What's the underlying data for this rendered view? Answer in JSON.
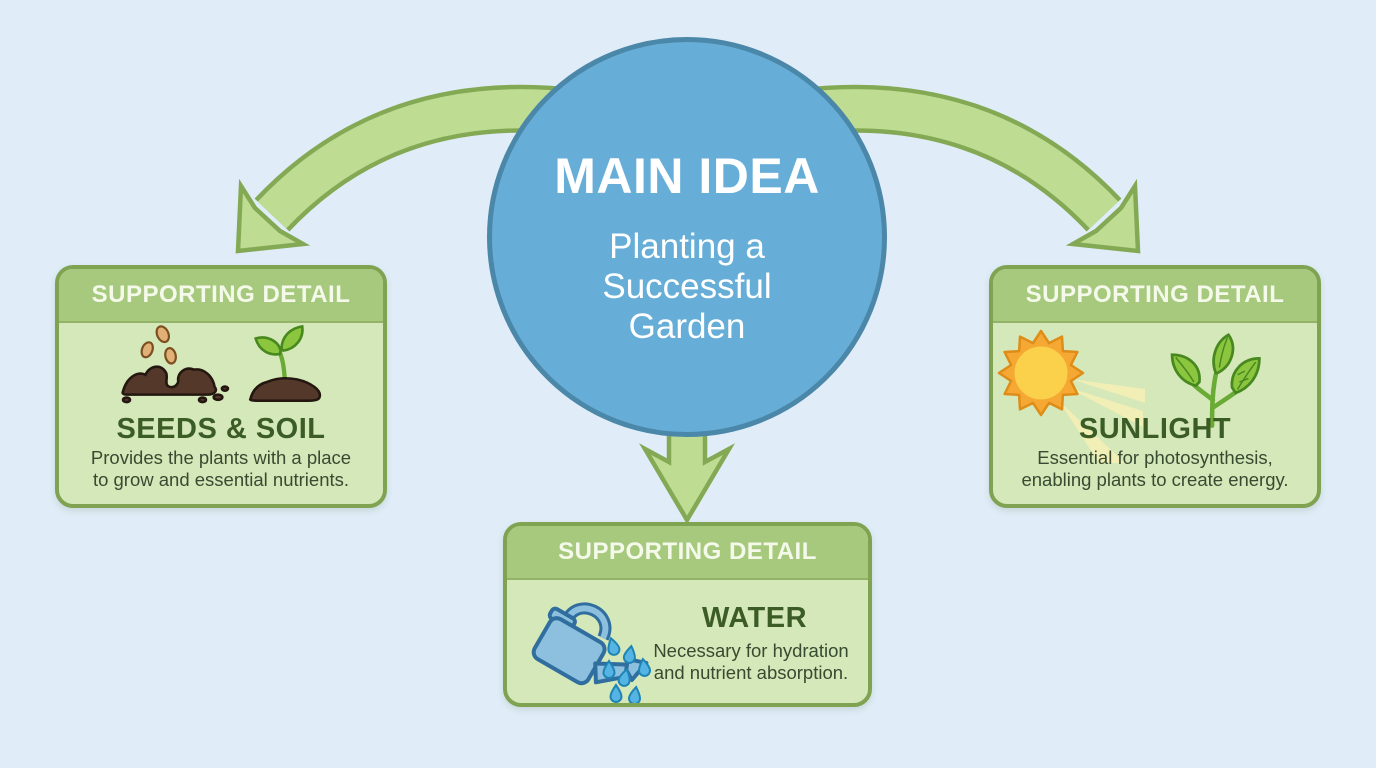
{
  "colors": {
    "page_bg": "#e0edf8",
    "circle_fill": "#66aed8",
    "circle_border": "#4b87a8",
    "circle_text": "#ffffff",
    "arrow_fill": "#bedc92",
    "arrow_border": "#84a955",
    "box_body": "#d5e8ba",
    "box_header": "#a7c97e",
    "box_header_edge": "#93b468",
    "box_border": "#7fa351",
    "header_text": "#f4f9ea",
    "title_text": "#3c5c26",
    "desc_text": "#384a30",
    "soil_brown": "#54392b",
    "soil_outline": "#241710",
    "seed_tan": "#e0b077",
    "seed_outline": "#7d4f20",
    "leaf_green": "#8cc63f",
    "leaf_outline": "#47881f",
    "stem_green": "#6aab35",
    "sun_orange": "#f5a833",
    "sun_outline": "#de8d18",
    "sun_yellow": "#fbd04a",
    "beam_yellow": "#faf0b4",
    "can_blue": "#8cc0de",
    "can_outline": "#2f6e9e",
    "drop_blue": "#55b4e4",
    "drop_outline": "#1f84b4"
  },
  "main_idea": {
    "heading": "MAIN IDEA",
    "subtitle_line1": "Planting a",
    "subtitle_line2": "Successful",
    "subtitle_line3": "Garden"
  },
  "boxes": {
    "left": {
      "header": "SUPPORTING DETAIL",
      "title": "SEEDS & SOIL",
      "desc_line1": "Provides the plants with a place",
      "desc_line2": "to grow and essential nutrients.",
      "icons": [
        "seeds-soil-icon",
        "sprout-icon"
      ]
    },
    "right": {
      "header": "SUPPORTING DETAIL",
      "title": "SUNLIGHT",
      "desc_line1": "Essential for photosynthesis,",
      "desc_line2": "enabling plants to create energy.",
      "icons": [
        "sun-icon",
        "plant-icon"
      ]
    },
    "bottom": {
      "header": "SUPPORTING DETAIL",
      "title": "WATER",
      "desc_line1": "Necessary for hydration",
      "desc_line2": "and nutrient absorption.",
      "icons": [
        "watering-can-icon"
      ]
    }
  }
}
